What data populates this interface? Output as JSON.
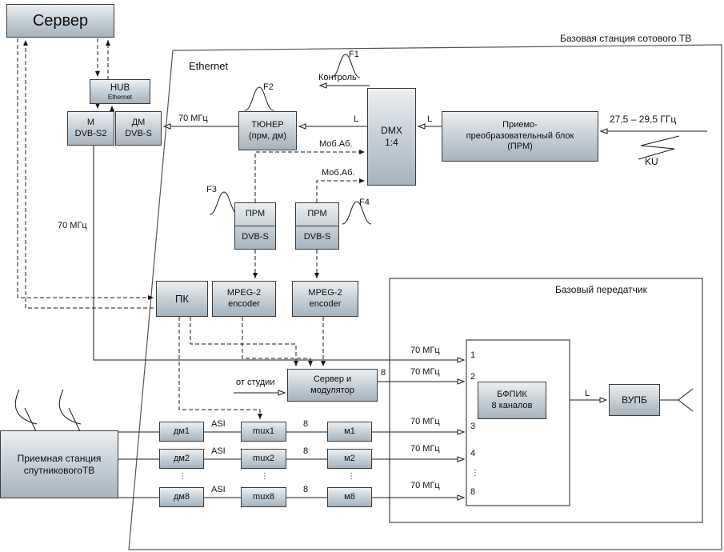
{
  "regions": {
    "outer": "Базовая станция сотового ТВ",
    "ethernet": "Ethernet",
    "transmitter": "Базовый передатчик"
  },
  "nodes": {
    "server": "Сервер",
    "hub_title": "HUB",
    "hub_sub": "Ethernet",
    "m_dvbs2": "М\nDVB-S2",
    "dm_dvbs": "ДМ\nDVB-S",
    "tuner": "ТЮНЕР\n(прм, дм)",
    "dmx": "DMX\n1:4",
    "prm_block": "Приемо-\nпреобразовательный блок\n(ПРМ)",
    "prm1_top": "ПРМ",
    "prm1_bot": "DVB-S",
    "prm2_top": "ПРМ",
    "prm2_bot": "DVB-S",
    "pk": "ПК",
    "enc1": "MPEG-2\nencoder",
    "enc2": "MPEG-2\nencoder",
    "serv_mod": "Сервер и\nмодулятор",
    "sat_station": "Приемная станция\nспутниковогоТВ",
    "dm1": "дм1",
    "dm2": "дм2",
    "dm8": "дм8",
    "mux1": "mux1",
    "mux2": "mux2",
    "mux8": "mux8",
    "mod1": "м1",
    "mod2": "м2",
    "mod8": "м8",
    "bfpik": "БФПИК\n8 каналов",
    "vupb": "ВУПБ"
  },
  "labels": {
    "mhz70": "70 МГц",
    "l_band": "L",
    "kontrol": "Контроль",
    "f1": "F1",
    "f2": "F2",
    "f3": "F3",
    "f4": "F4",
    "mob_ab": "Моб.Аб.",
    "ghz_range": "27,5 – 29,5 ГГц",
    "ku": "KU",
    "ot_studii": "от студии",
    "eight": "8",
    "asi": "ASI",
    "ch_1": "1",
    "ch_2": "2",
    "ch_3": "3",
    "ch_4": "4",
    "ch_8": "8",
    "dots": "⋮"
  }
}
